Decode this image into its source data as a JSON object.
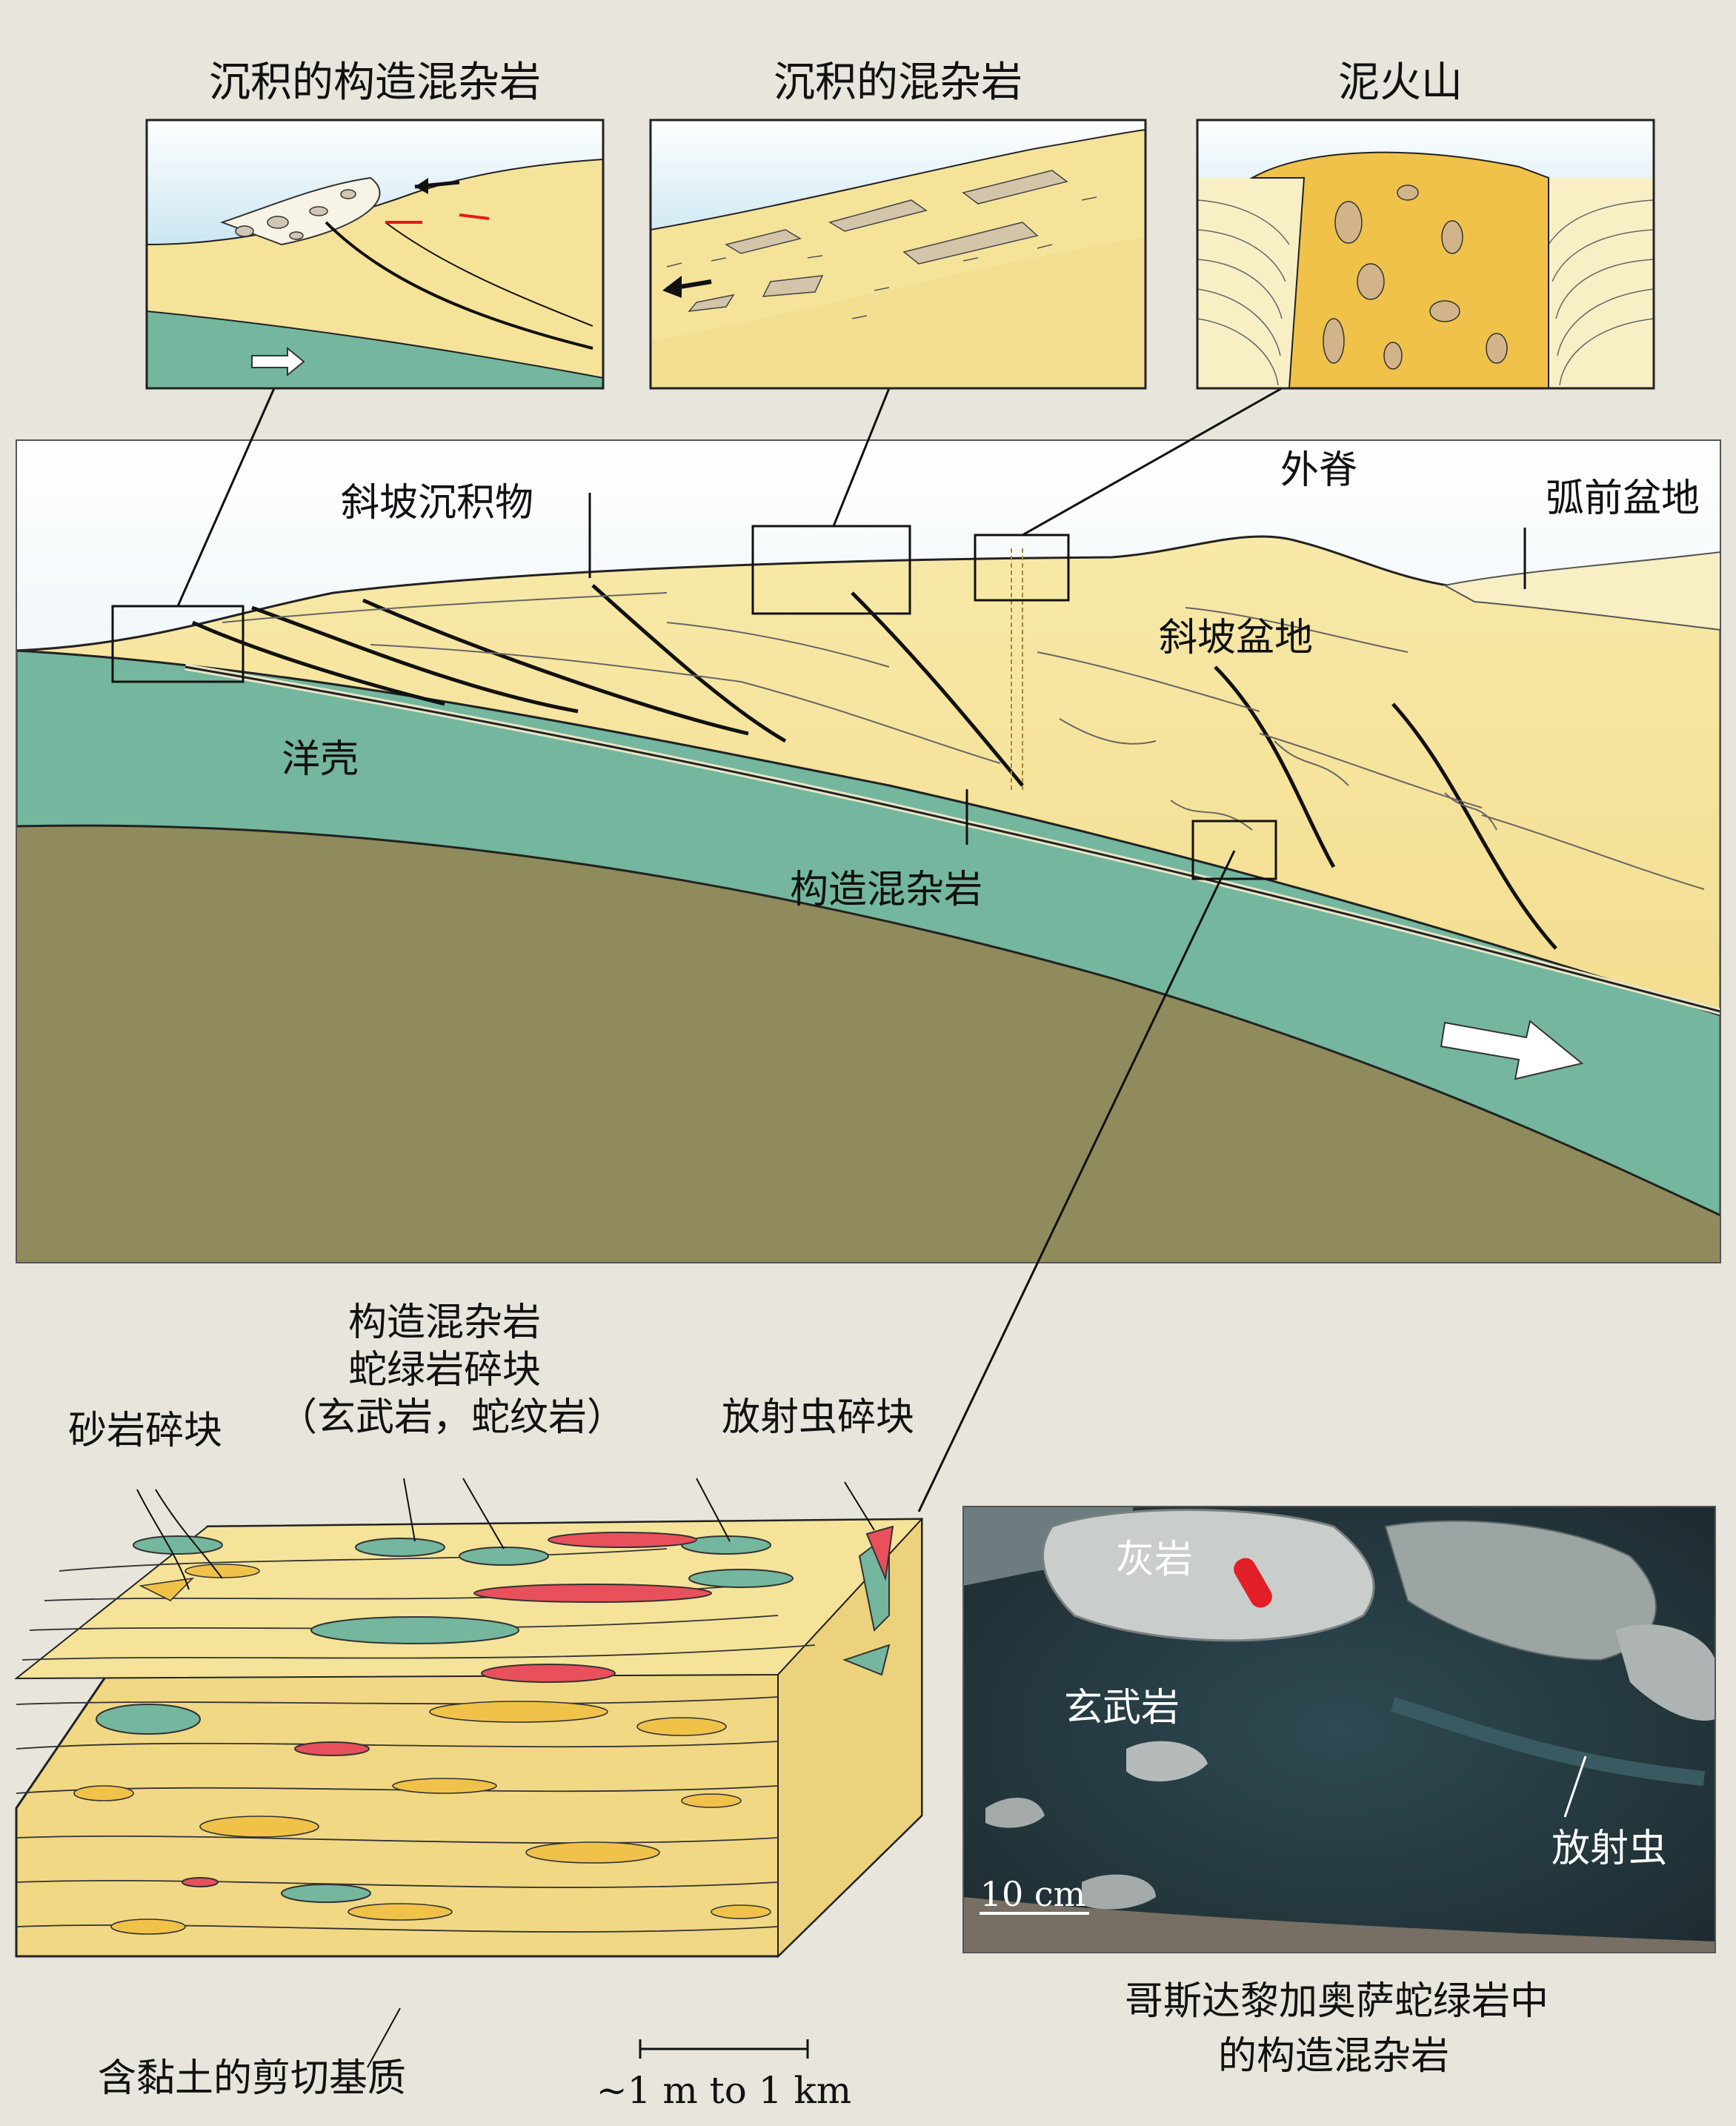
{
  "insets": {
    "tectonic_sedimentary_melange": "沉积的构造混杂岩",
    "sedimentary_melange": "沉积的混杂岩",
    "mud_volcano": "泥火山"
  },
  "cross_section": {
    "slope_sediments": "斜坡沉积物",
    "outer_ridge": "外脊",
    "forearc_basin": "弧前盆地",
    "slope_basin": "斜坡盆地",
    "oceanic_crust": "洋壳",
    "tectonic_melange": "构造混杂岩"
  },
  "block_diagram": {
    "title": "构造混杂岩",
    "ophiolite_blocks": "蛇绿岩碎块",
    "ophiolite_detail": "（玄武岩，蛇纹岩）",
    "sandstone_blocks": "砂岩碎块",
    "radiolarian_blocks": "放射虫碎块",
    "matrix": "含黏土的剪切基质",
    "scale": "~1 m to 1 km"
  },
  "photo": {
    "limestone": "灰岩",
    "basalt": "玄武岩",
    "radiolarite": "放射虫",
    "scale": "10 cm",
    "caption_line1": "哥斯达黎加奥萨蛇绿岩中",
    "caption_line2": "的构造混杂岩"
  },
  "colors": {
    "sea": "#d5e6ee",
    "sediment": "#f5e39a",
    "oceanic_crust": "#74b79e",
    "mantle": "#908b5c",
    "radiolarian_red": "#e8505b",
    "inset_sea": "#9cd0e6"
  }
}
